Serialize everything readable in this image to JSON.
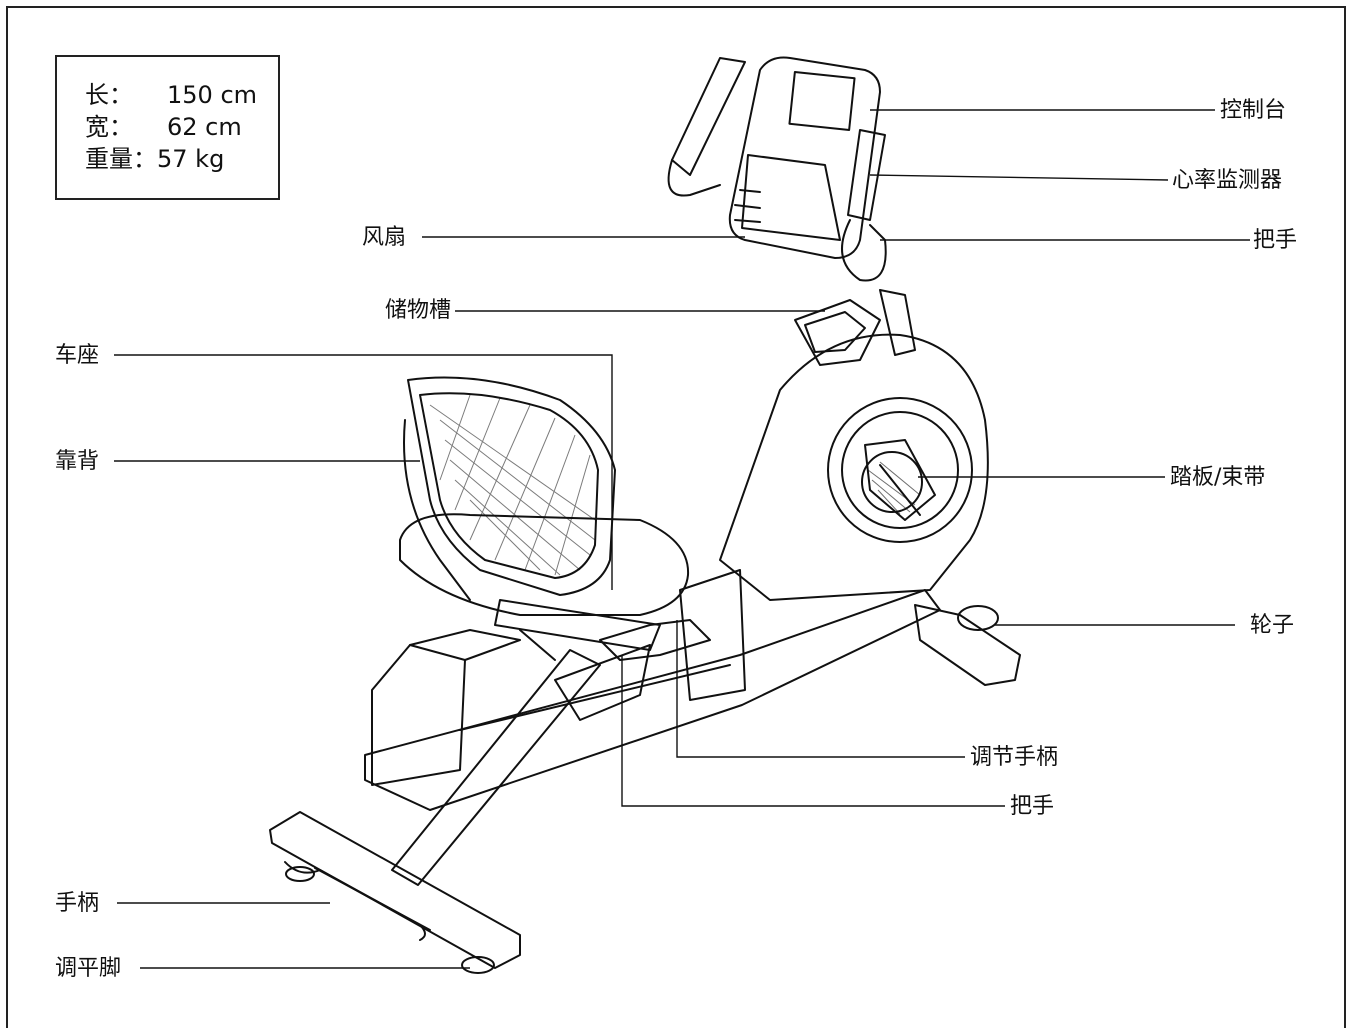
{
  "specs": {
    "length_label": "长：",
    "length_value": "150 cm",
    "width_label": "宽：",
    "width_value": "62 cm",
    "weight_label": "重量：",
    "weight_value": "57 kg"
  },
  "labels": {
    "console": "控制台",
    "heart_rate_monitor": "心率监测器",
    "handlebar_upper": "把手",
    "fan": "风扇",
    "storage_tray": "储物槽",
    "seat": "车座",
    "backrest": "靠背",
    "pedal_strap": "踏板/束带",
    "wheel": "轮子",
    "adjust_handle": "调节手柄",
    "handlebar_lower": "把手",
    "handle": "手柄",
    "leveling_foot": "调平脚"
  }
}
